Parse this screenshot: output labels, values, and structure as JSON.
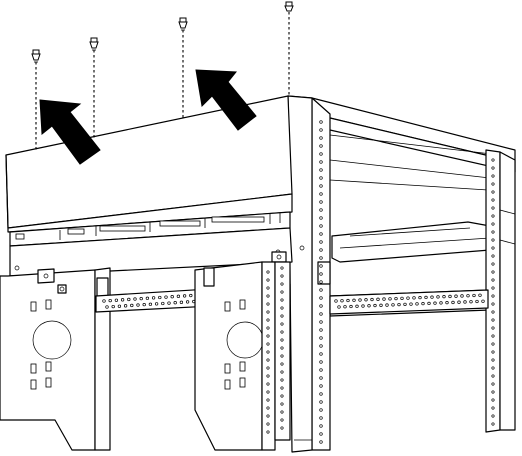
{
  "figure": {
    "subject": "rack-cover-removal",
    "screw_count": 4,
    "arrow_count": 2,
    "colors": {
      "line": "#000000",
      "background": "#ffffff",
      "arrow_fill": "#000000"
    }
  }
}
